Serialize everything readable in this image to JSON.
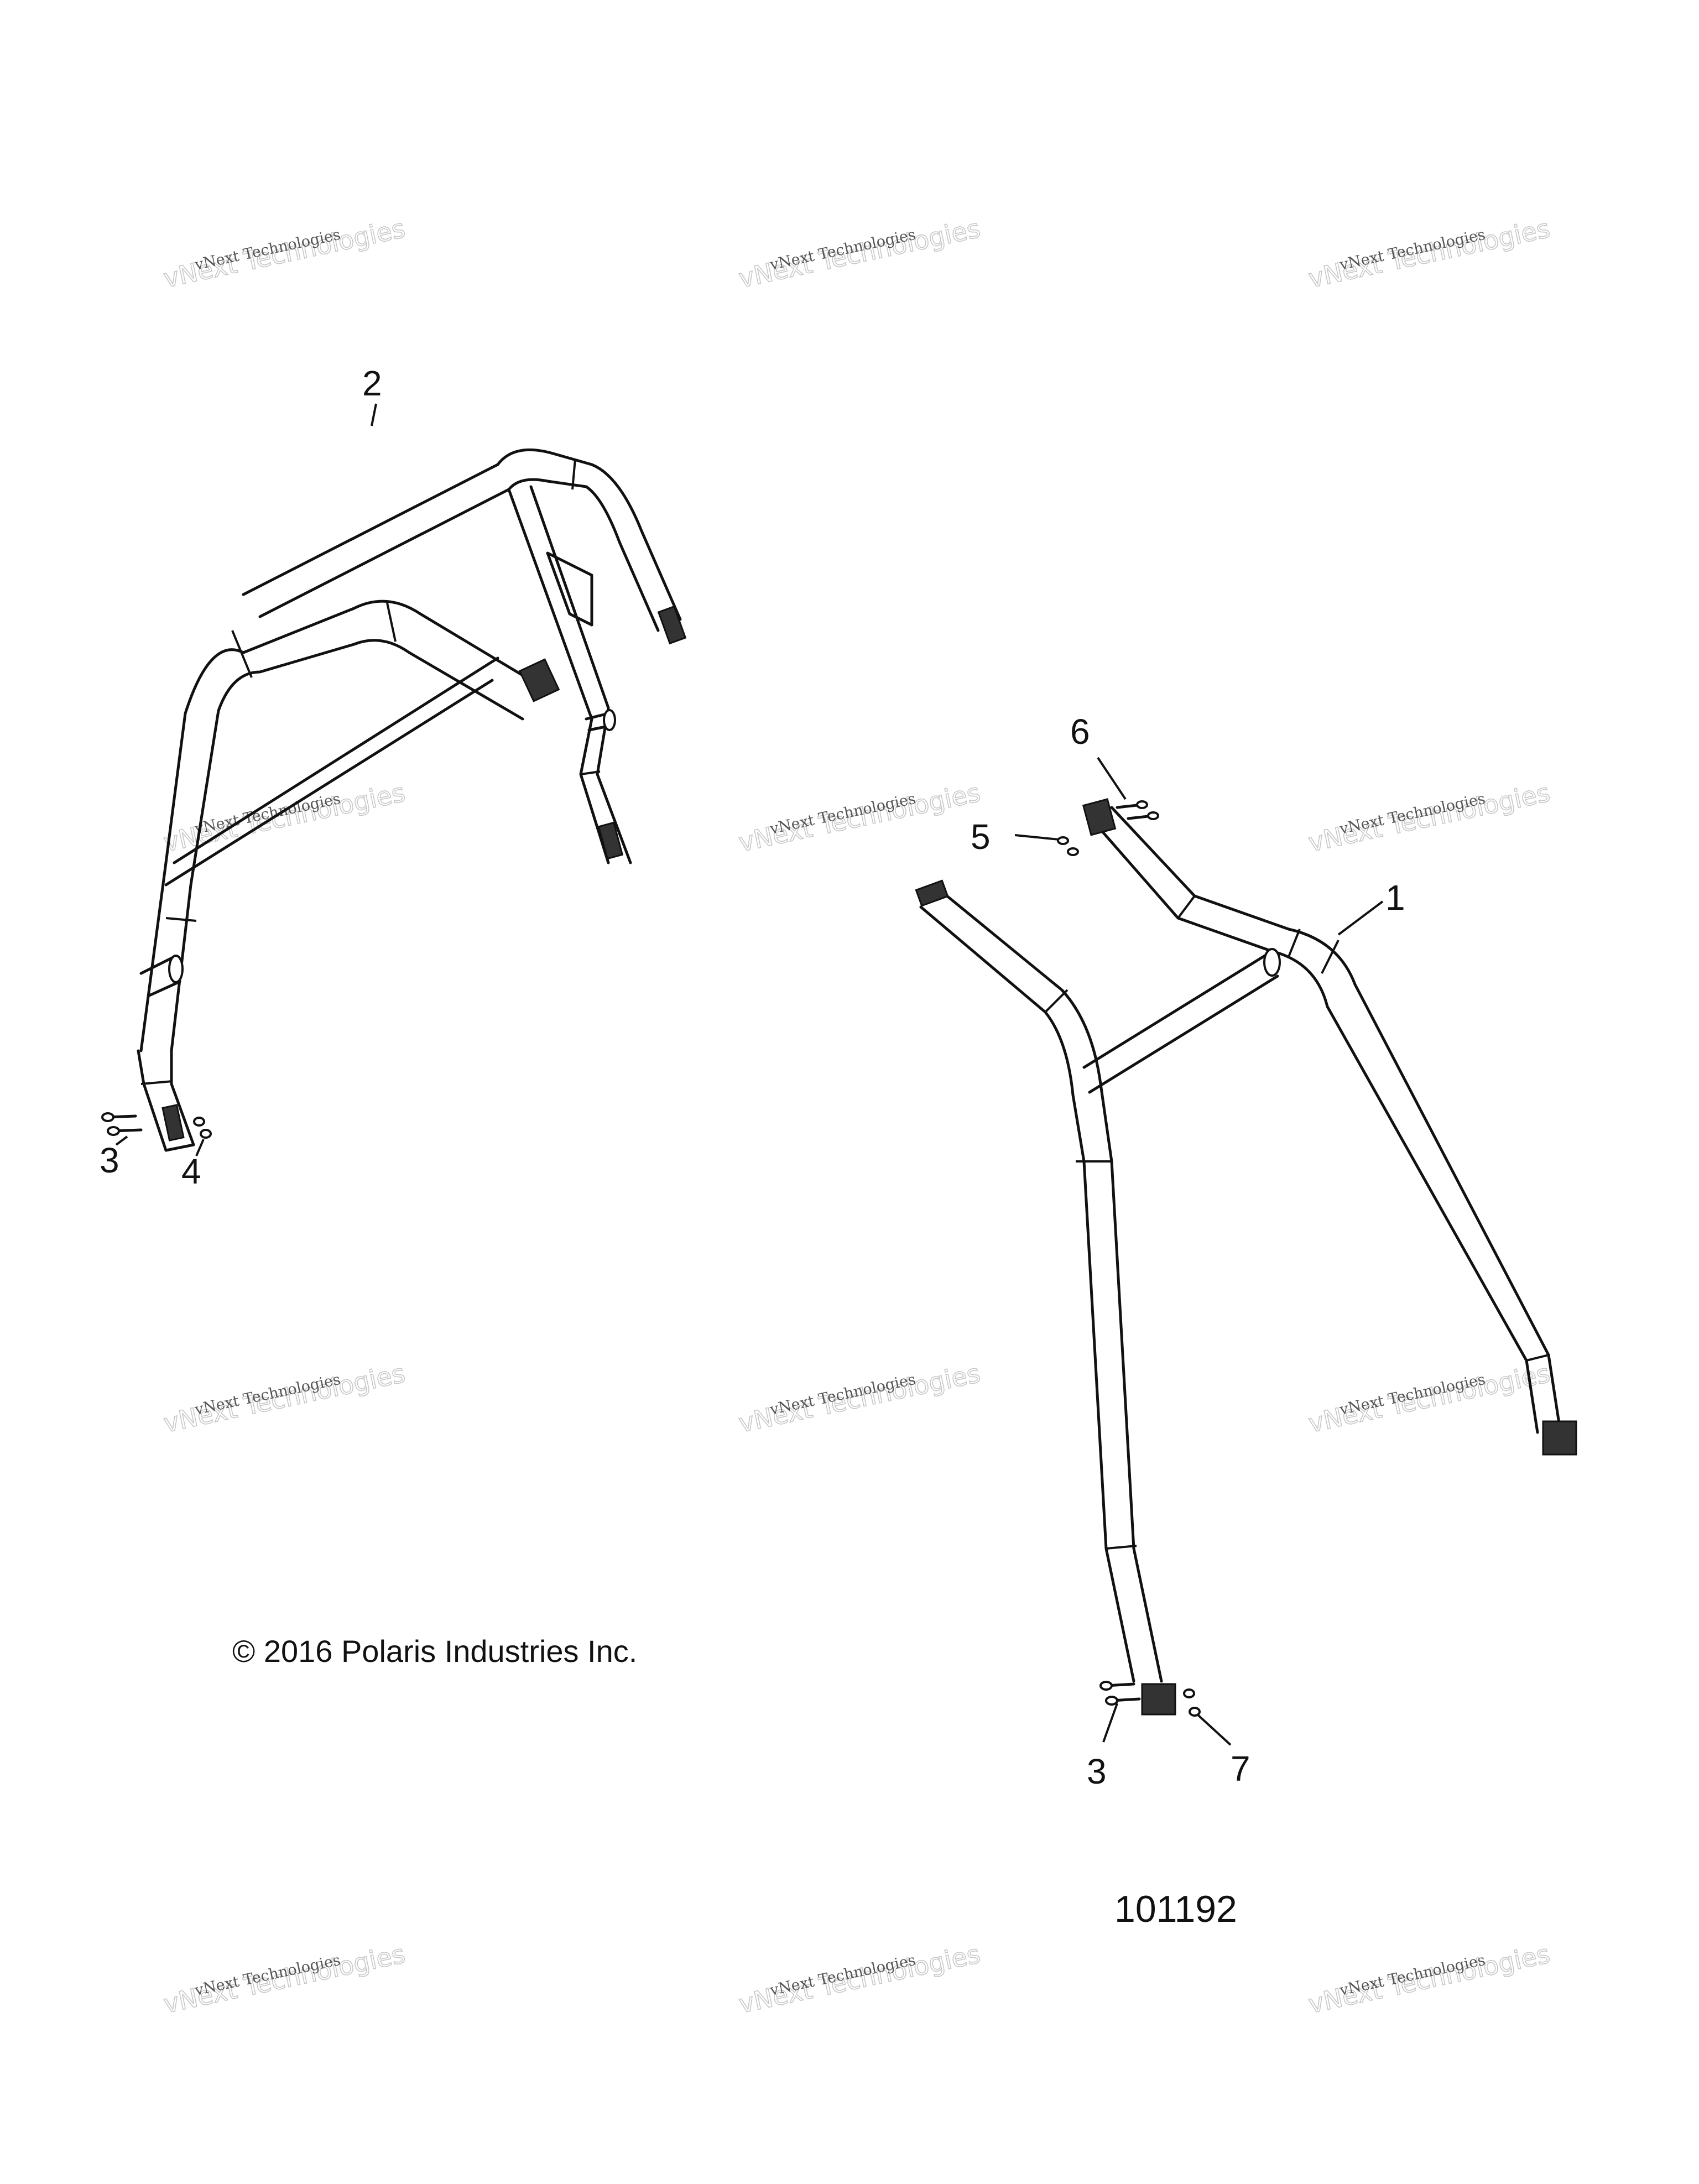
{
  "watermark": {
    "line1": "vNext Technologies",
    "line2": "vNext Technologies"
  },
  "callouts": {
    "c1": "1",
    "c2": "2",
    "c3a": "3",
    "c3b": "3",
    "c4": "4",
    "c5": "5",
    "c6": "6",
    "c7": "7"
  },
  "copyright": "© 2016 Polaris Industries Inc.",
  "figure_number": "101192"
}
